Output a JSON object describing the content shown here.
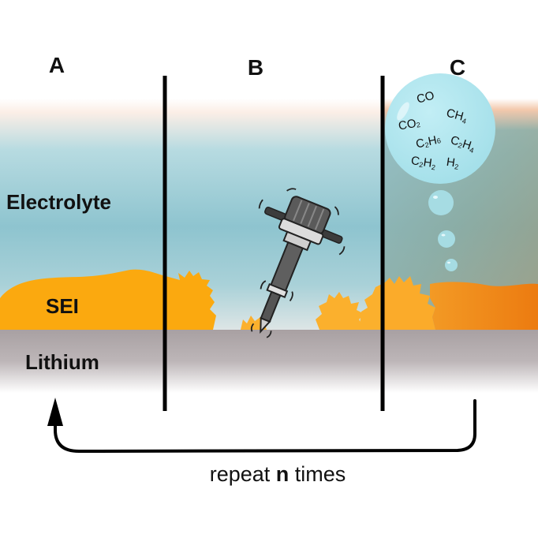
{
  "panels": [
    {
      "id": "A",
      "label": "A"
    },
    {
      "id": "B",
      "label": "B"
    },
    {
      "id": "C",
      "label": "C"
    }
  ],
  "layers": {
    "electrolyte": "Electrolyte",
    "sei": "SEI",
    "lithium": "Lithium"
  },
  "gas_bubble": {
    "molecules": [
      {
        "base": "CO",
        "parts": [
          [
            "CO",
            ""
          ]
        ]
      },
      {
        "base": "CH4",
        "parts": [
          [
            "CH",
            "4"
          ]
        ]
      },
      {
        "base": "CO2",
        "parts": [
          [
            "CO",
            "2"
          ]
        ]
      },
      {
        "base": "C2H6",
        "parts": [
          [
            "C",
            "2"
          ],
          [
            "H",
            "6"
          ]
        ]
      },
      {
        "base": "C2H4",
        "parts": [
          [
            "C",
            "2"
          ],
          [
            "H",
            "4"
          ]
        ]
      },
      {
        "base": "C2H2",
        "parts": [
          [
            "C",
            "2"
          ],
          [
            "H",
            "2"
          ]
        ]
      },
      {
        "base": "H2",
        "parts": [
          [
            "H",
            "2"
          ]
        ]
      }
    ]
  },
  "cycle": {
    "prefix": "repeat ",
    "emphasis": "n",
    "suffix": " times"
  },
  "colors": {
    "electrolyte": "#8cc4cf",
    "sei": "#fba90f",
    "sei_dark": "#ee7f12",
    "lithium": "#a9a1a3",
    "bubble": "#a8e4ee",
    "divider": "#000000"
  }
}
